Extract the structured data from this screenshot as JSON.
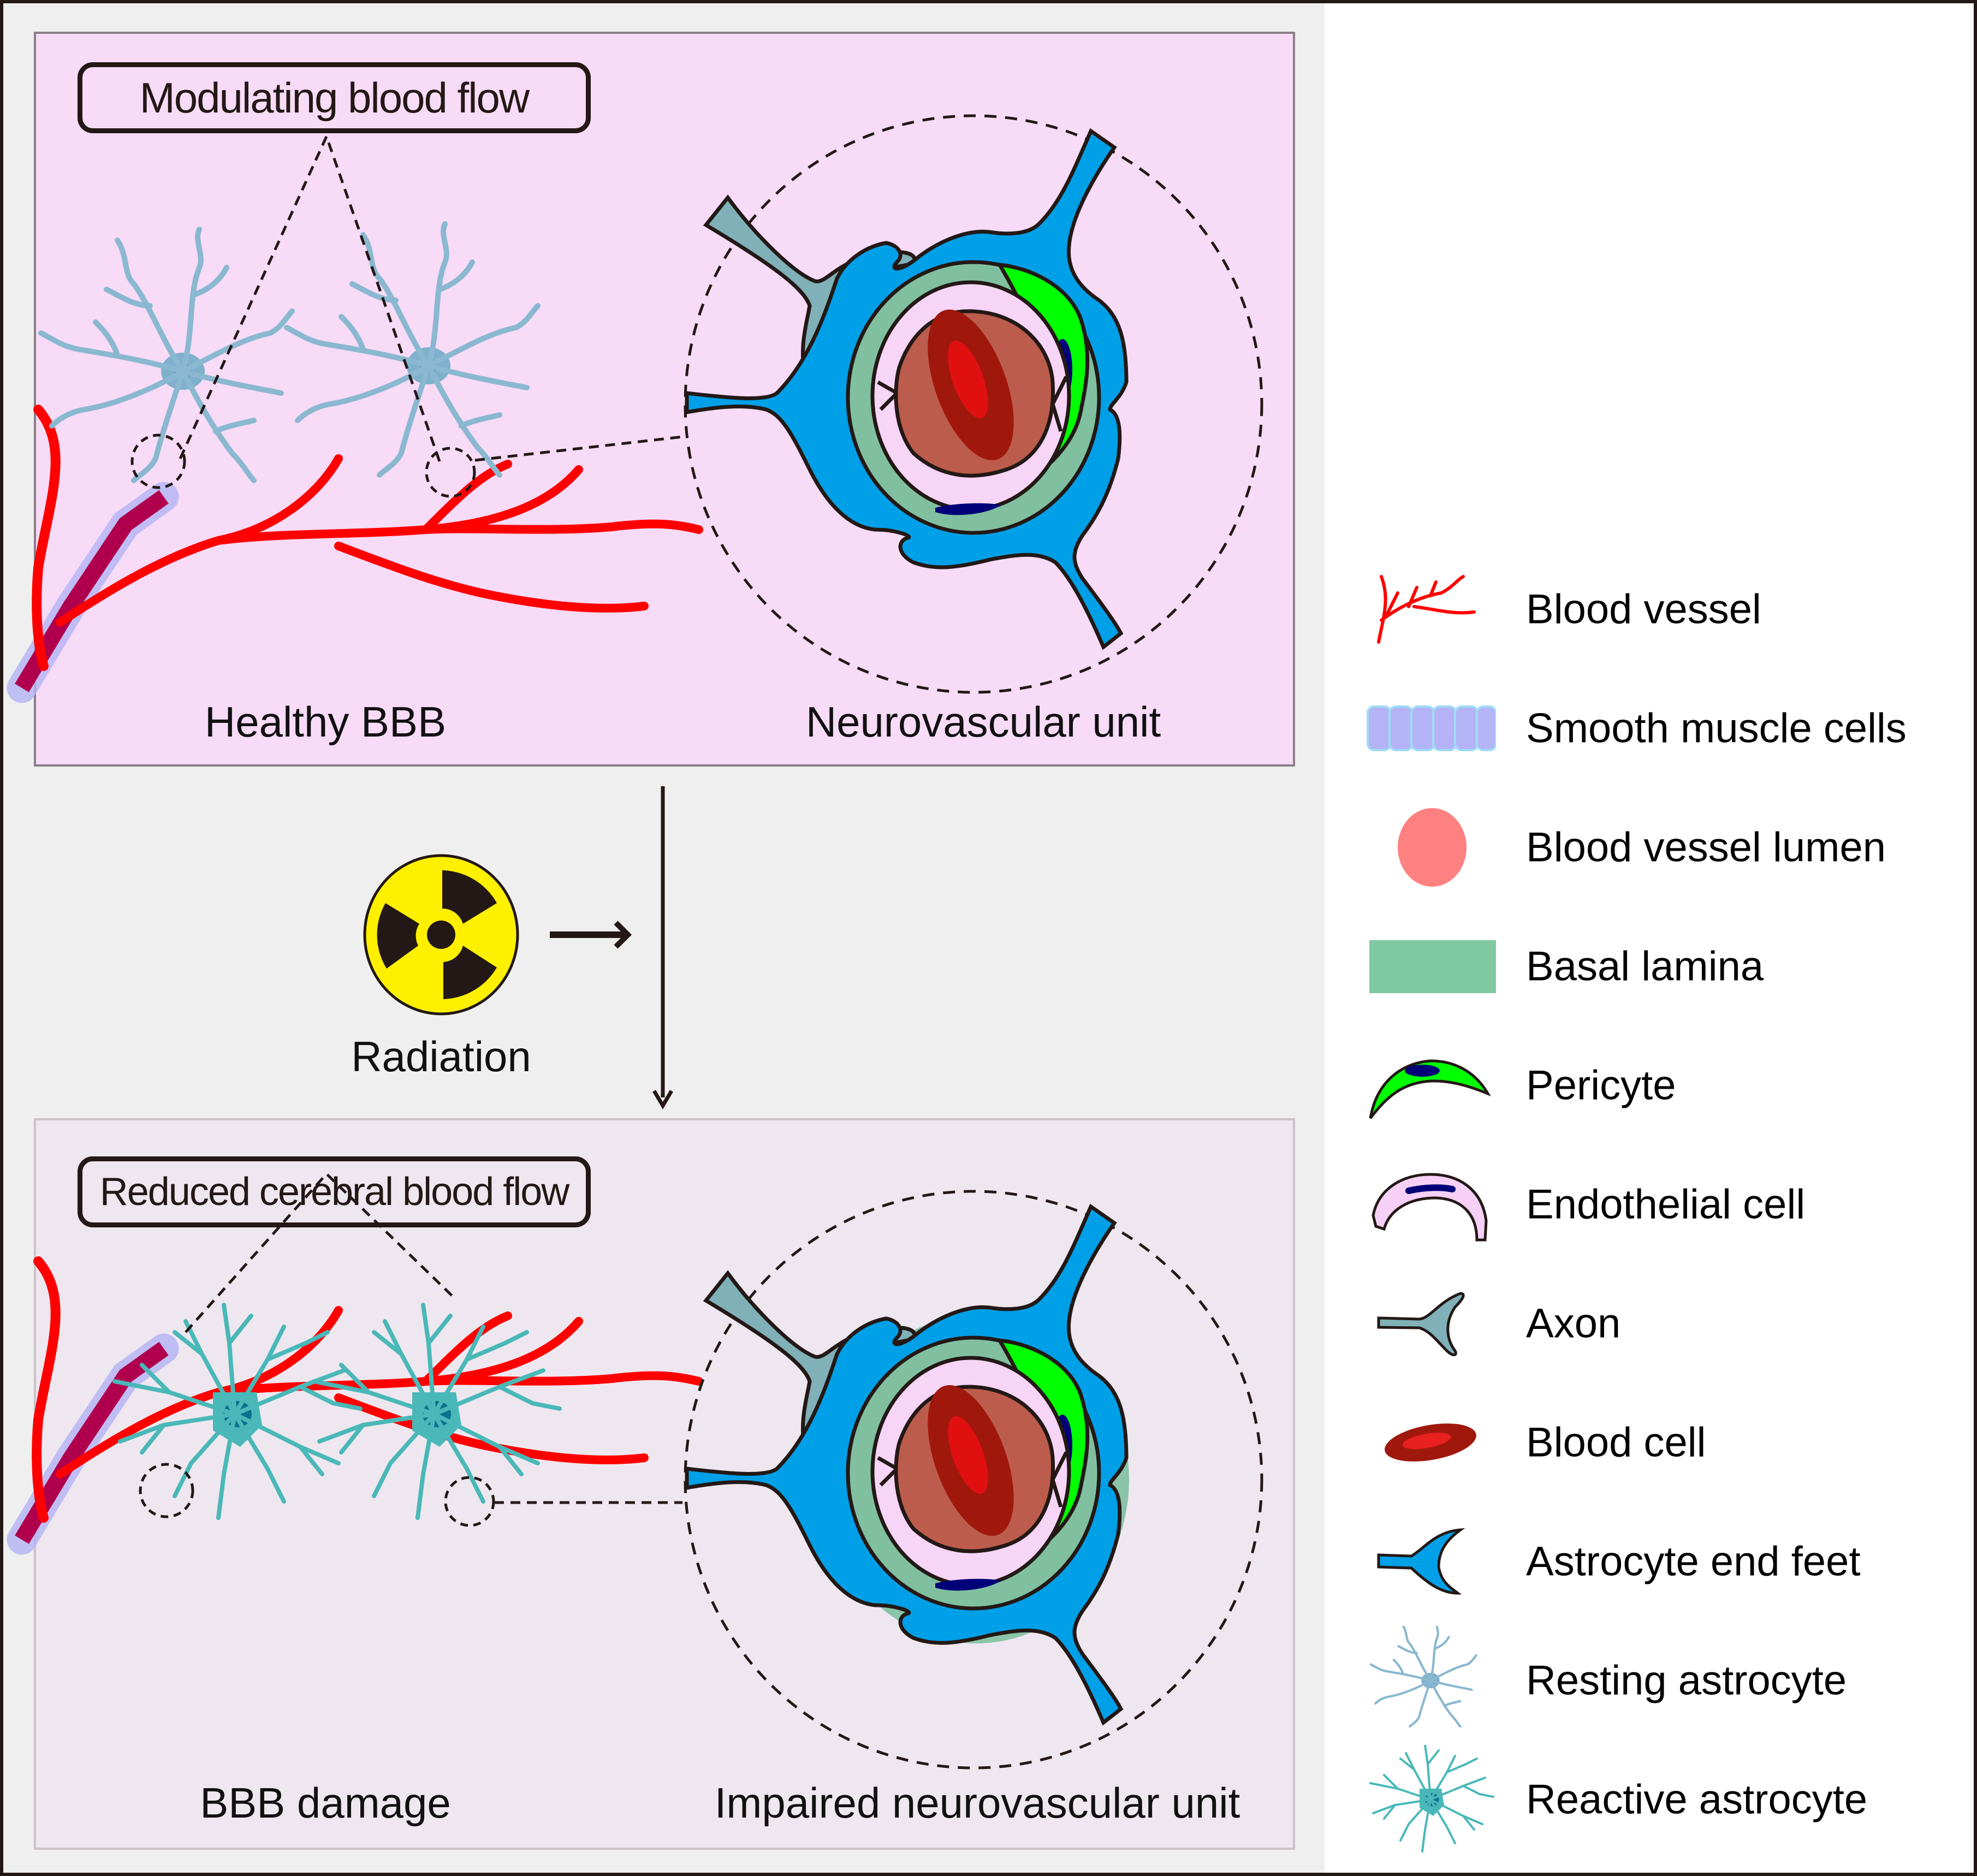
{
  "figure": {
    "top_panel": {
      "callout": "Modulating blood flow",
      "left_caption": "Healthy BBB",
      "right_caption": "Neurovascular unit",
      "astrocyte_type": "resting-astrocyte"
    },
    "transition": {
      "label": "Radiation",
      "icon": "radiation-hazard-icon"
    },
    "bottom_panel": {
      "callout": "Reduced cerebral blood flow",
      "left_caption": "BBB damage",
      "right_caption": "Impaired neurovascular unit",
      "astrocyte_type": "reactive-astrocyte"
    }
  },
  "legend": {
    "items": [
      {
        "label": "Blood vessel",
        "icon": "blood-vessel-icon",
        "color": "#ff0000"
      },
      {
        "label": "Smooth muscle cells",
        "icon": "smooth-muscle-cells-icon",
        "color": "#b3b3f5"
      },
      {
        "label": "Blood vessel lumen",
        "icon": "blood-vessel-lumen-icon",
        "color": "#ff8080"
      },
      {
        "label": "Basal lamina",
        "icon": "basal-lamina-icon",
        "color": "#80c8a0"
      },
      {
        "label": "Pericyte",
        "icon": "pericyte-icon",
        "color": "#00ff00"
      },
      {
        "label": "Endothelial cell",
        "icon": "endothelial-cell-icon",
        "color": "#f7d0f7"
      },
      {
        "label": "Axon",
        "icon": "axon-icon",
        "color": "#80b0b8"
      },
      {
        "label": "Blood cell",
        "icon": "blood-cell-icon",
        "color": "#a0180c"
      },
      {
        "label": "Astrocyte end feet",
        "icon": "astrocyte-end-feet-icon",
        "color": "#00a0e8"
      },
      {
        "label": "Resting astrocyte",
        "icon": "resting-astrocyte-icon",
        "color": "#8ab8d0"
      },
      {
        "label": "Reactive astrocyte",
        "icon": "reactive-astrocyte-icon",
        "color": "#4ab8b8"
      }
    ]
  },
  "colors": {
    "top_panel_bg": "#f7dbf7",
    "bottom_panel_bg": "#efe7ef",
    "outer_bg": "#efefef",
    "end_feet": "#00a0e8",
    "basal_lamina": "#80c0a0",
    "endothelial": "#f7d5f7",
    "lumen": "#bc5c4c",
    "blood_cell": "#a0180c",
    "pericyte": "#00ff00",
    "nucleus": "#000078",
    "radiation_yellow": "#fff000"
  }
}
